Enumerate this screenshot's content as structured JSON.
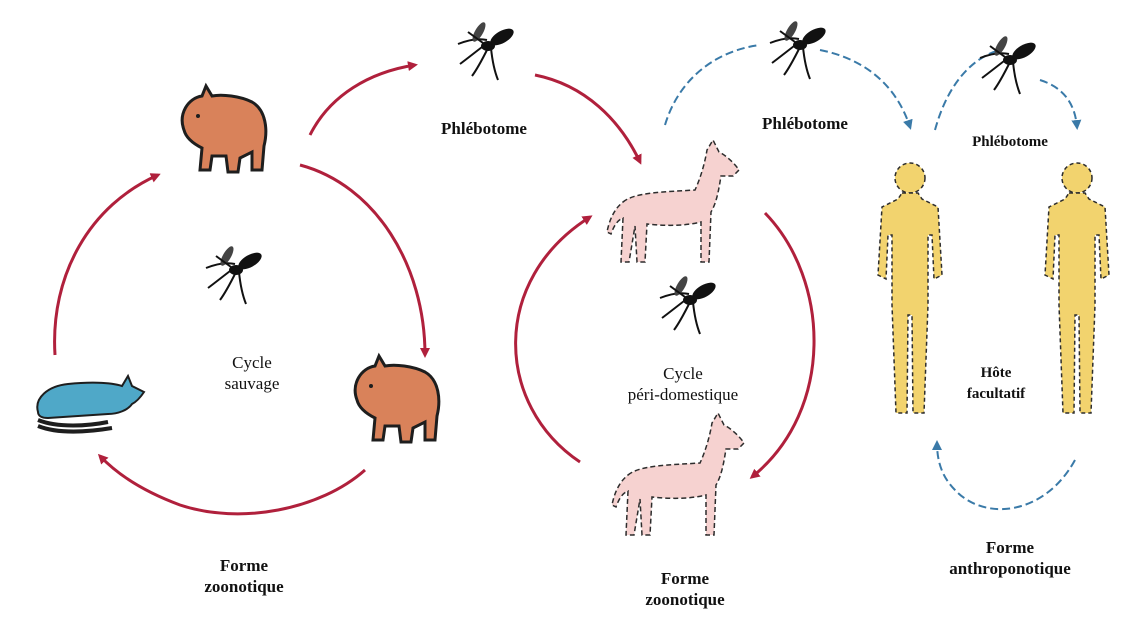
{
  "labels": {
    "phleb_1": "Phlébotome",
    "phleb_2": "Phlébotome",
    "phleb_3": "Phlébotome",
    "cycle_sauvage": [
      "Cycle",
      "sauvage"
    ],
    "cycle_peri": [
      "Cycle",
      "péri-domestique"
    ],
    "hote": [
      "Hôte",
      "facultatif"
    ],
    "forme_1": [
      "Forme",
      "zoonotique"
    ],
    "forme_2": [
      "Forme",
      "zoonotique"
    ],
    "forme_3": [
      "Forme",
      "anthroponotique"
    ]
  },
  "colors": {
    "zoonotic_arrow": "#b0203c",
    "anthroponotic_arrow": "#3a7aa8",
    "wild_animal": "#d9825a",
    "rodent": "#4fa8c8",
    "dog": "#f6d2d0",
    "human": "#f2d36e",
    "sandfly": "#111111"
  },
  "icons": {
    "sandfly": "sandfly-icon",
    "wild_animal": "wild-animal-icon",
    "rodent": "rodent-icon",
    "dog": "dog-icon",
    "human": "human-icon"
  }
}
